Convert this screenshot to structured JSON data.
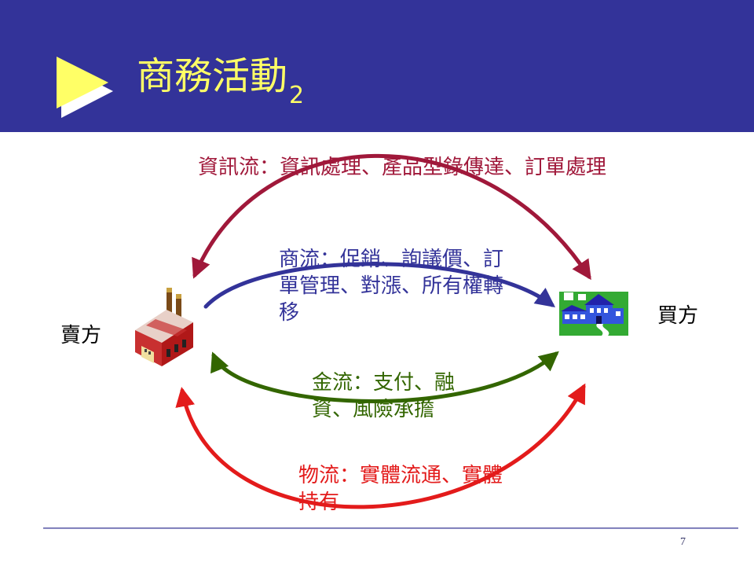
{
  "slide": {
    "title": "商務活動",
    "title_subscript": "2",
    "page_number": "7"
  },
  "diagram": {
    "seller": {
      "label": "賣方",
      "icon": "factory-icon"
    },
    "buyer": {
      "label": "買方",
      "icon": "house-icon"
    },
    "flows": [
      {
        "name": "information-flow",
        "label": "資訊流：資訊處理、產品型錄傳達、訂單處理",
        "color": "#a0183a"
      },
      {
        "name": "commerce-flow",
        "label": "商流：促銷、詢議價、訂單管理、對漲、所有權轉移",
        "color": "#333399"
      },
      {
        "name": "money-flow",
        "label": "金流：支付、融資、風險承擔",
        "color": "#336600"
      },
      {
        "name": "logistics-flow",
        "label": "物流：實體流通、實體持有",
        "color": "#e31b1b"
      }
    ]
  },
  "colors": {
    "header_background": "#333399",
    "title_text": "#ffff66",
    "header_arrow": "#ffff66",
    "header_arrow_shadow": "#ffffff"
  }
}
